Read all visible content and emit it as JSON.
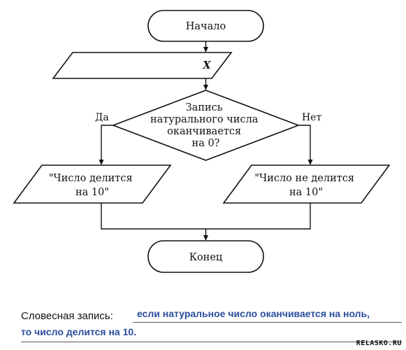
{
  "flowchart": {
    "start": "Начало",
    "input": "X",
    "condition": [
      "Запись",
      "натурального числа",
      "оканчивается",
      "на 0?"
    ],
    "yes_label": "Да",
    "no_label": "Нет",
    "yes_output": [
      "\"Число делится",
      "на 10\""
    ],
    "no_output": [
      "\"Число не делится",
      "на 10\""
    ],
    "end": "Конец"
  },
  "verbal": {
    "label": "Словесная запись:",
    "line1": "если натуральное число оканчивается на ноль,",
    "line2": "то число делится на 10."
  },
  "watermark": "RELASKO.RU",
  "colors": {
    "handwriting": "#2a4d9c",
    "ink": "#111111"
  }
}
